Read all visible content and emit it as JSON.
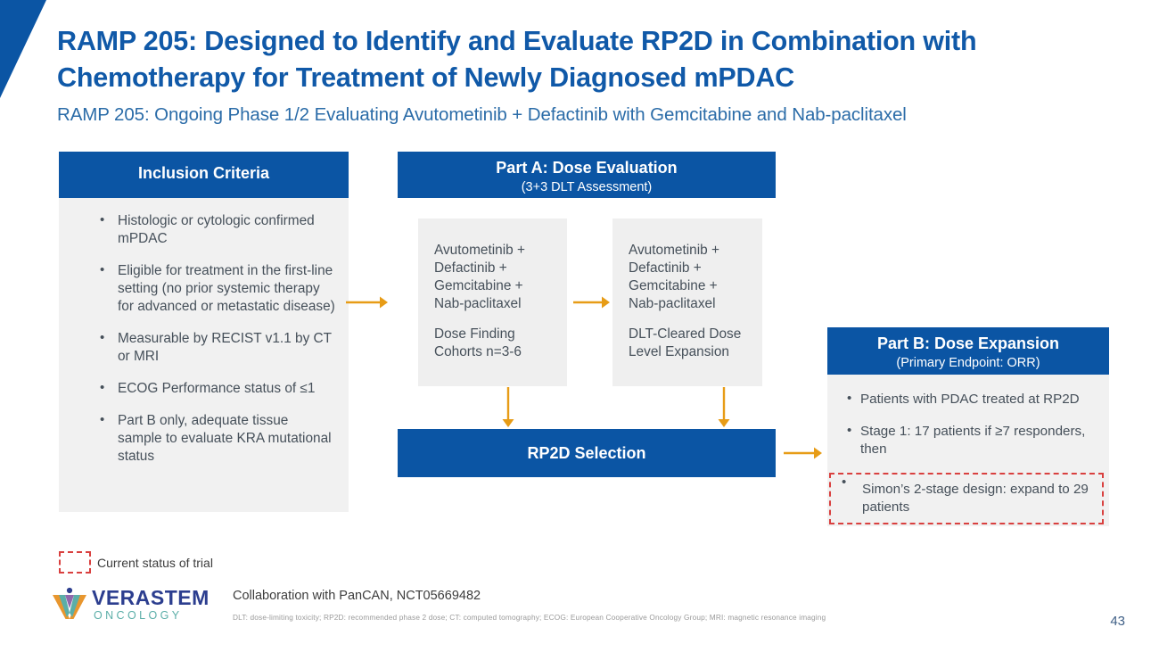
{
  "slide": {
    "title": "RAMP 205: Designed to Identify and Evaluate RP2D in Combination with Chemotherapy for Treatment of Newly Diagnosed mPDAC",
    "subtitle": "RAMP 205: Ongoing Phase 1/2 Evaluating Avutometinib + Defactinib with Gemcitabine and Nab-paclitaxel",
    "page_number": "43"
  },
  "colors": {
    "brand_blue": "#0B55A4",
    "title_blue": "#1059A8",
    "subtitle_blue": "#2B6CA8",
    "panel_gray": "#F1F1F1",
    "subcard_gray": "#EFEFEF",
    "arrow_orange": "#E79C16",
    "highlight_red": "#D9403F",
    "body_text": "#46505A",
    "logo_navy": "#2C3E8F",
    "logo_teal": "#5BAEA8",
    "logo_orange": "#E8962E",
    "logo_purple": "#7B4E9E"
  },
  "inclusion": {
    "header": "Inclusion Criteria",
    "items": [
      "Histologic or cytologic confirmed mPDAC",
      "Eligible for treatment in the first-line setting (no prior systemic therapy for advanced or metastatic disease)",
      "Measurable by RECIST v1.1 by CT or MRI",
      "ECOG Performance status of ≤1",
      "Part B only, adequate tissue sample to evaluate KRA mutational status"
    ]
  },
  "part_a": {
    "header_title": "Part A: Dose Evaluation",
    "header_sub": "(3+3 DLT Assessment)",
    "cards": [
      {
        "regimen": "Avutometinib + Defactinib + Gemcitabine + Nab-paclitaxel",
        "detail": "Dose Finding Cohorts n=3-6"
      },
      {
        "regimen": "Avutometinib + Defactinib + Gemcitabine + Nab-paclitaxel",
        "detail": "DLT-Cleared Dose Level Expansion"
      }
    ]
  },
  "rp2d": {
    "label": "RP2D Selection"
  },
  "part_b": {
    "header_title": "Part B: Dose Expansion",
    "header_sub": "(Primary Endpoint: ORR)",
    "items": [
      {
        "text": "Patients with PDAC treated at RP2D",
        "highlighted": false
      },
      {
        "text": "Stage 1: 17 patients if ≥7 responders, then",
        "highlighted": false
      },
      {
        "text": "Simon’s 2-stage design: expand to 29 patients",
        "highlighted": true
      }
    ]
  },
  "legend": {
    "label": "Current status of trial"
  },
  "footer": {
    "logo_top": "VERASTEM",
    "logo_bottom": "ONCOLOGY",
    "collaboration": "Collaboration with PanCAN, NCT05669482",
    "abbreviations": "DLT: dose-limiting toxicity; RP2D: recommended phase 2 dose; CT: computed tomography; ECOG: European Cooperative Oncology Group; MRI: magnetic resonance imaging"
  }
}
